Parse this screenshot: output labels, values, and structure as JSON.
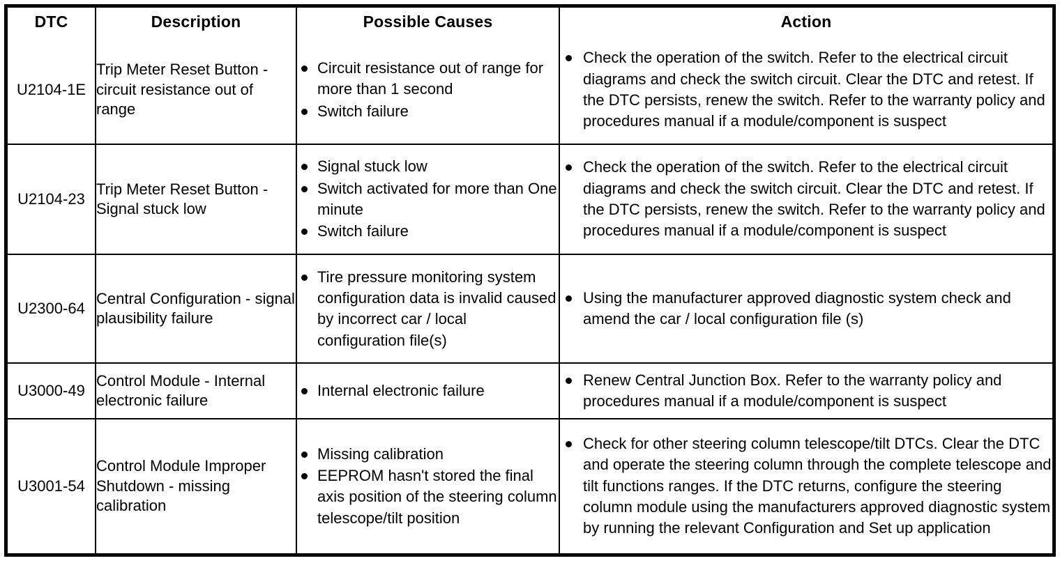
{
  "table": {
    "columns": [
      {
        "key": "dtc",
        "label": "DTC"
      },
      {
        "key": "desc",
        "label": "Description"
      },
      {
        "key": "causes",
        "label": "Possible Causes"
      },
      {
        "key": "action",
        "label": "Action"
      }
    ],
    "rows": [
      {
        "dtc": "U2104-1E",
        "description": "Trip Meter Reset Button - circuit resistance out of range",
        "possible_causes": [
          "Circuit resistance out of range for more than 1 second",
          "Switch failure"
        ],
        "actions": [
          "Check the operation of the switch. Refer to the electrical circuit diagrams and check the switch circuit. Clear the DTC and retest. If the DTC persists, renew the switch. Refer to the warranty policy and procedures manual if a module/component is suspect"
        ]
      },
      {
        "dtc": "U2104-23",
        "description": "Trip Meter Reset Button - Signal stuck low",
        "possible_causes": [
          "Signal stuck low",
          "Switch activated for more than One minute",
          "Switch failure"
        ],
        "actions": [
          "Check the operation of the switch. Refer to the electrical circuit diagrams and check the switch circuit. Clear the DTC and retest. If the DTC persists, renew the switch. Refer to the warranty policy and procedures manual if a module/component is suspect"
        ]
      },
      {
        "dtc": "U2300-64",
        "description": "Central Configuration - signal plausibility failure",
        "possible_causes": [
          "Tire pressure monitoring system configuration data is invalid caused by incorrect car / local configuration file(s)"
        ],
        "actions": [
          "Using the manufacturer approved diagnostic system check and amend the car / local configuration file (s)"
        ]
      },
      {
        "dtc": "U3000-49",
        "description": "Control Module - Internal electronic failure",
        "possible_causes": [
          "Internal electronic failure"
        ],
        "actions": [
          "Renew Central Junction Box. Refer to the warranty policy and procedures manual if a module/component is suspect"
        ]
      },
      {
        "dtc": "U3001-54",
        "description": "Control Module Improper Shutdown - missing calibration",
        "possible_causes": [
          "Missing calibration",
          "EEPROM hasn't stored the final axis position of the steering column telescope/tilt position"
        ],
        "actions": [
          "Check for other steering column telescope/tilt DTCs. Clear the DTC and operate the steering column through the complete telescope and tilt functions ranges. If the DTC returns, configure the steering column module using the manufacturers approved diagnostic system by running the relevant Configuration and Set up application"
        ]
      }
    ]
  },
  "style": {
    "border_color": "#000000",
    "text_color": "#000000",
    "background": "#ffffff"
  }
}
